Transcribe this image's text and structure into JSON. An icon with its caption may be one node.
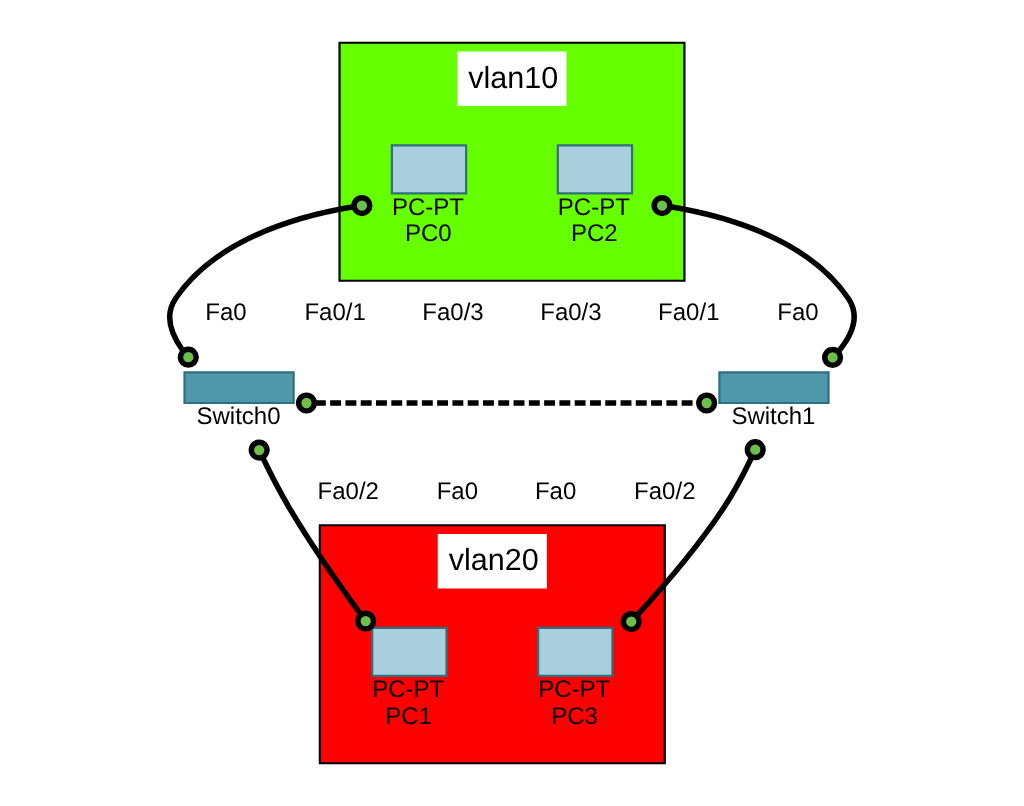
{
  "diagram": {
    "nodes": [
      {
        "text": [
          "vlan10"
        ]
      },
      {
        "text": [
          "PC-PT",
          "PC0"
        ],
        "in": 0
      },
      {
        "text": [
          "PC-PT",
          "PC2"
        ],
        "in": 0
      },
      {
        "text": [
          "Switch0"
        ]
      },
      {
        "text": [
          "Switch1"
        ]
      },
      {
        "text": [
          "vlan20"
        ]
      },
      {
        "text": [
          "PC-PT",
          "PC1"
        ],
        "in": 5
      },
      {
        "text": [
          "PC-PT",
          "PC3"
        ],
        "in": 5
      }
    ],
    "edges": [
      {
        "from": 1,
        "to": 3,
        "arrow": "other"
      },
      {
        "from": 2,
        "to": 4,
        "arrow": "other"
      },
      {
        "from": 3,
        "to": 4,
        "arrow": "other",
        "style": "dashed"
      },
      {
        "from": 3,
        "to": 6,
        "arrow": "other"
      },
      {
        "from": 4,
        "to": 7,
        "arrow": "other"
      }
    ],
    "labels": [
      "Fa0",
      "Fa0",
      "Fa0/1",
      "Fa0/1",
      "Fa0/3",
      "Fa0/3",
      "Fa0/2",
      "Fa0/2",
      "Fa0",
      "Fa0"
    ]
  }
}
